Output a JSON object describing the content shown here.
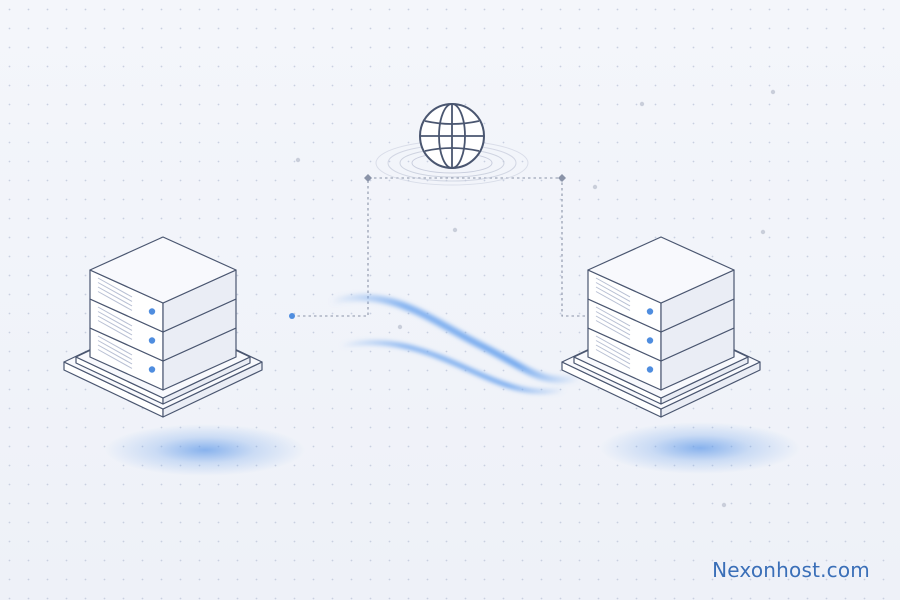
{
  "brand": {
    "watermark_text": "Nexonhost.com",
    "watermark_color": "#3a6fb8"
  },
  "palette": {
    "background_top": "#f4f6fb",
    "background_bottom": "#eef1f8",
    "grid_dot": "#c8cfe0",
    "outline": "#4a5670",
    "box_top": "#f8f9fd",
    "box_left": "#ffffff",
    "box_right": "#eaedf5",
    "vent_line": "#b7bfd3",
    "led": "#4f8ddf",
    "glow": "#5c97e8",
    "connector": "#8a93a8",
    "wave": "#6aa3ee",
    "ripple": "#c4cada"
  },
  "scene": {
    "icons": [
      "server-left",
      "server-right",
      "globe-icon"
    ]
  }
}
